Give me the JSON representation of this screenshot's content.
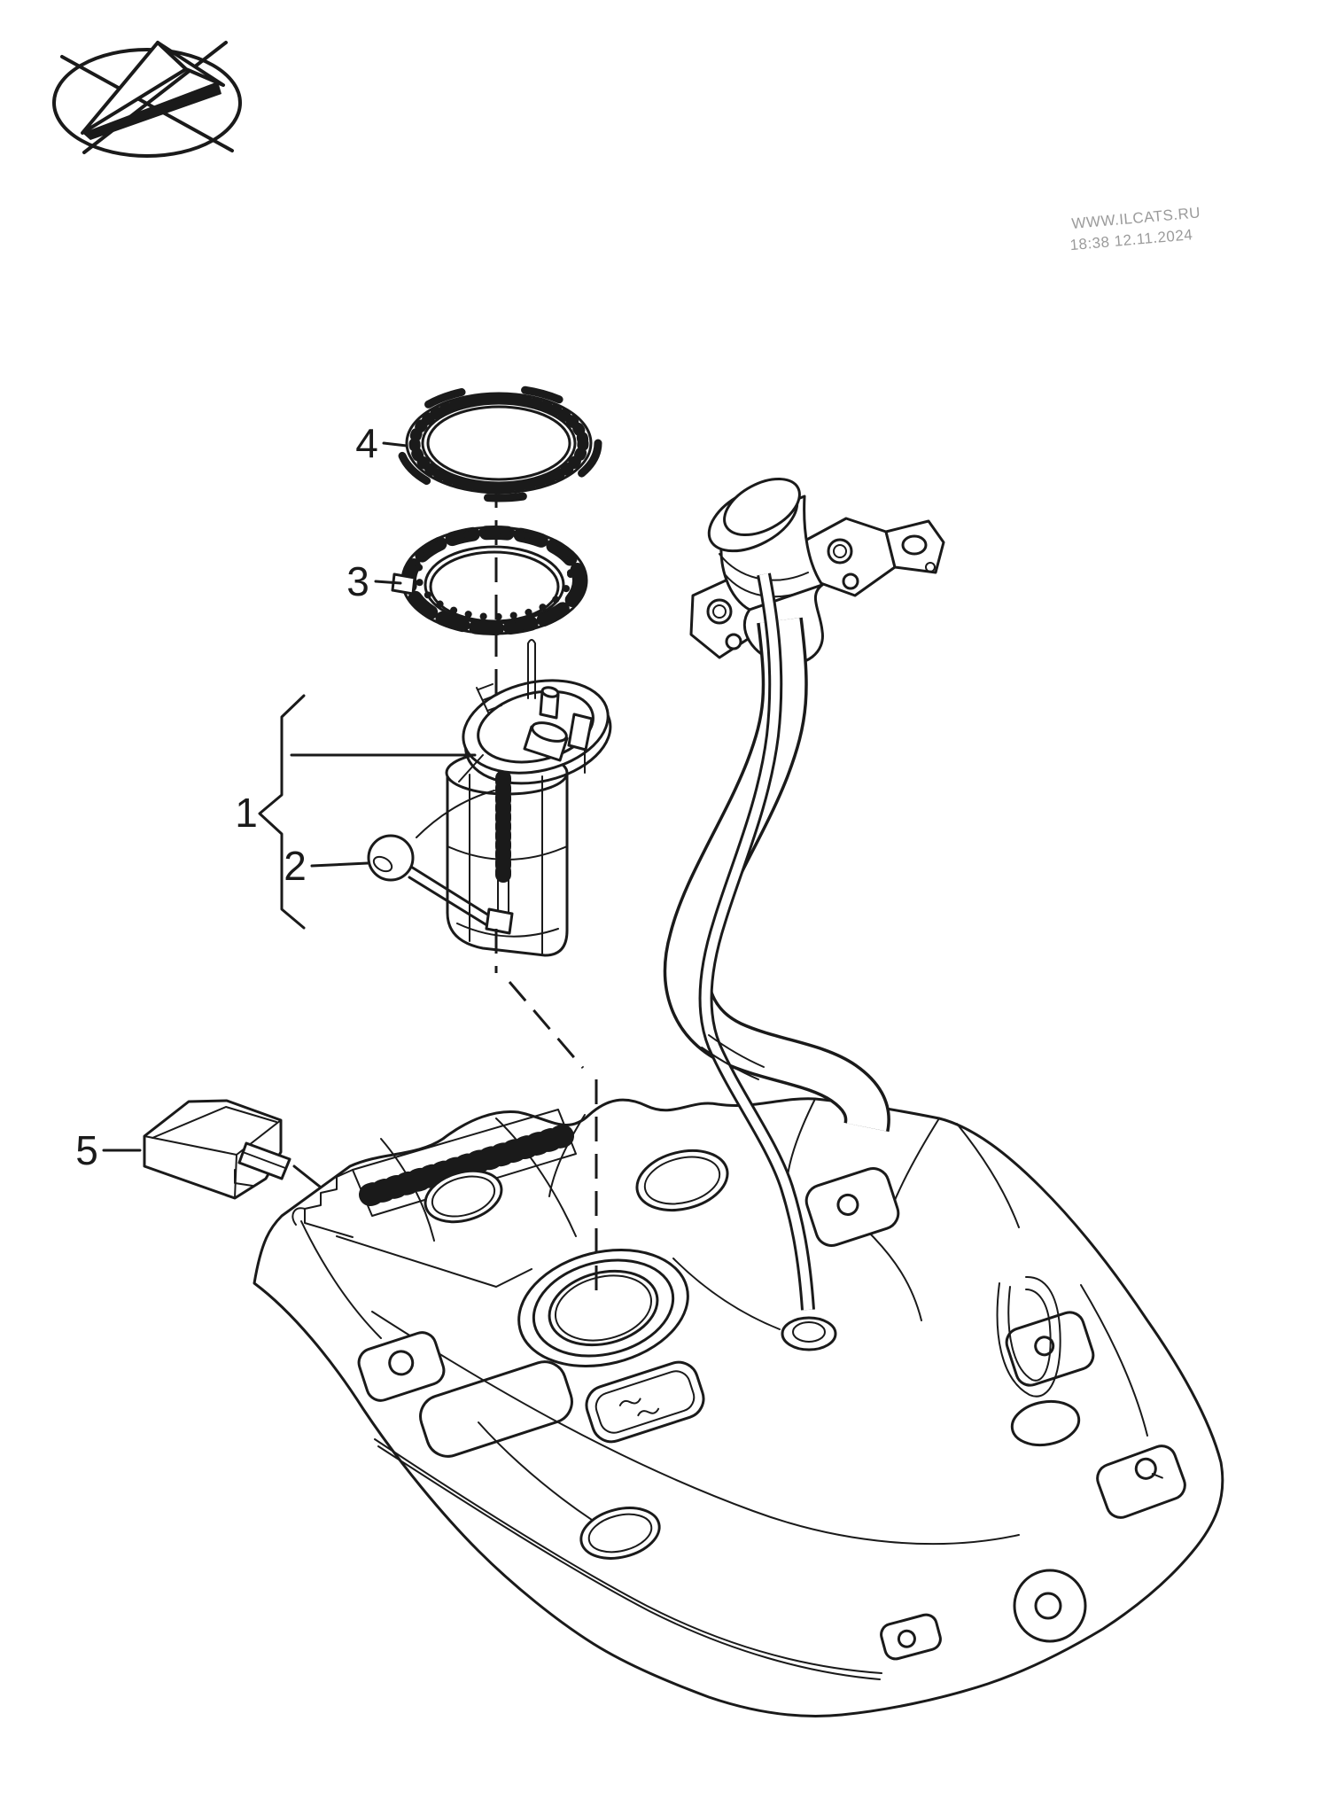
{
  "page": {
    "background": "#ffffff",
    "line_color": "#1a1a1a",
    "watermark_color": "#9b9b9b"
  },
  "logo": {
    "icon": "paper-plane-ellipse-logo"
  },
  "watermark": {
    "line1": "WWW.ILCATS.RU",
    "line2": "18:38 12.11.2024"
  },
  "callouts": {
    "c1": "1",
    "c2": "2",
    "c3": "3",
    "c4": "4",
    "c5": "5"
  },
  "parts_depicted": {
    "item1": "fuel-delivery-unit-assembly",
    "item2": "float-with-sender-arm",
    "item3": "toothed-lock-ring",
    "item4": "sealing-ring",
    "item5": "fuel-pump-control-unit",
    "background_part": "fuel-tank-with-filler-pipe"
  }
}
